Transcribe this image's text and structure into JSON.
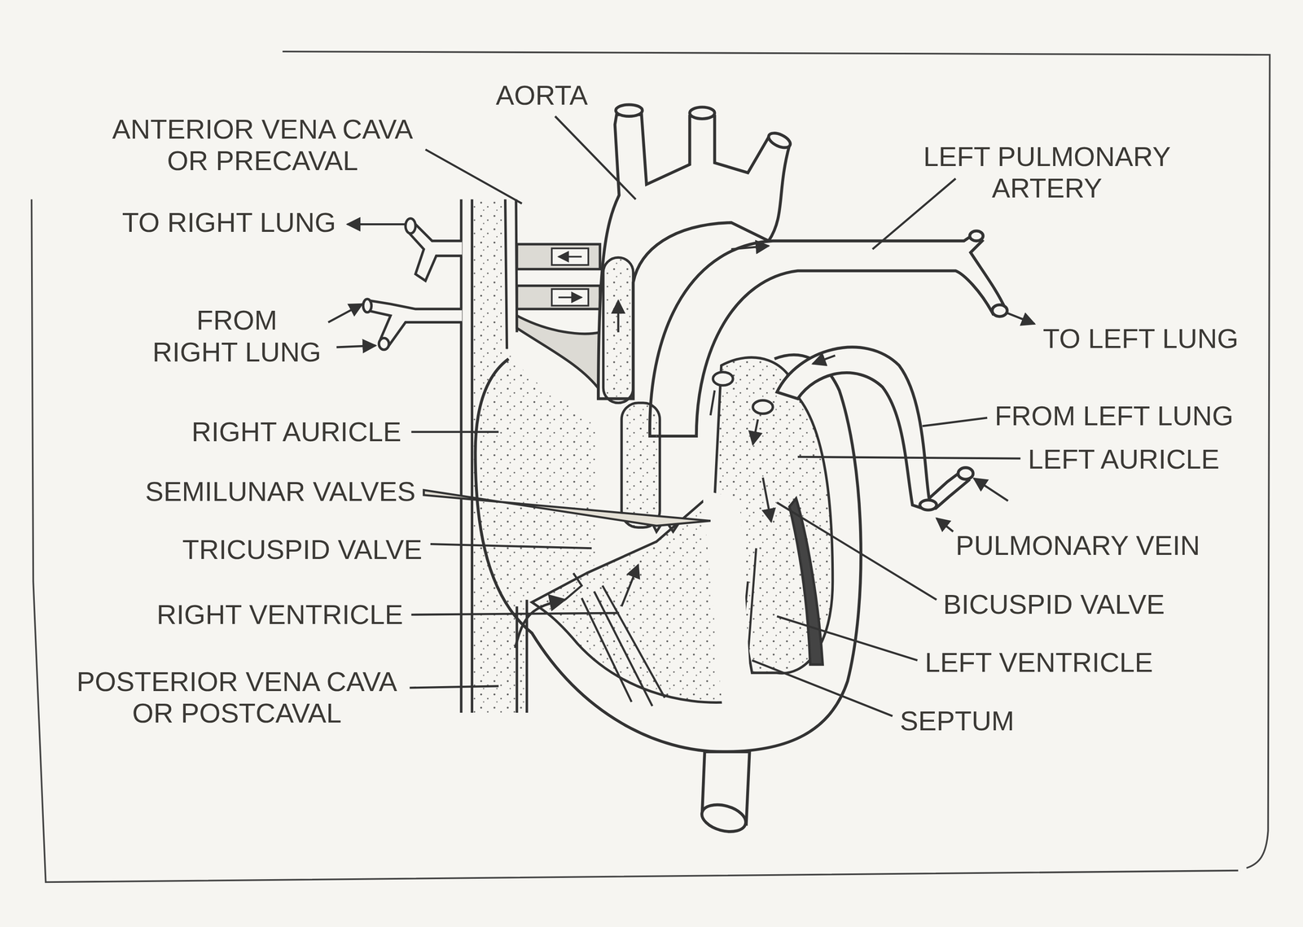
{
  "diagram": {
    "labels": [
      "AORTA",
      "ANTERIOR VENA CAVA OR PRECAVAL",
      "LEFT PULMONARY ARTERY",
      "TO RIGHT LUNG",
      "FROM RIGHT LUNG",
      "TO LEFT LUNG",
      "FROM LEFT LUNG",
      "RIGHT AURICLE",
      "LEFT AURICLE",
      "SEMILUNAR VALVES",
      "PULMONARY VEIN",
      "TRICUSPID VALVE",
      "BICUSPID VALVE",
      "RIGHT VENTRICLE",
      "LEFT VENTRICLE",
      "POSTERIOR VENA CAVA OR POSTCAVAL",
      "SEPTUM"
    ]
  }
}
